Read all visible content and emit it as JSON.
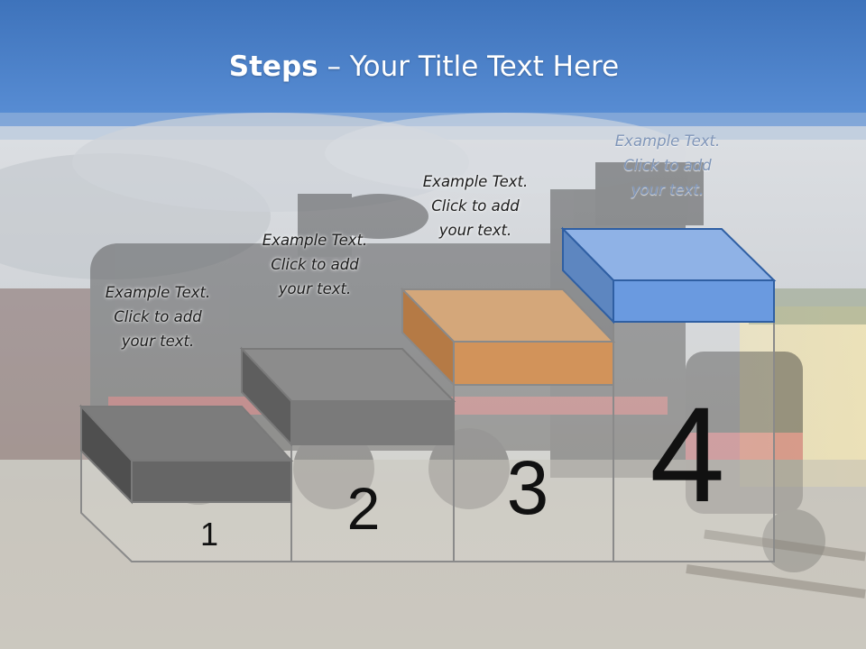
{
  "title": {
    "bold": "Steps",
    "rest": " – Your Title Text Here"
  },
  "steps": [
    {
      "number": "1",
      "caption": [
        "Example Text.",
        "Click  to add",
        "your text."
      ],
      "color": "#5a5a5a"
    },
    {
      "number": "2",
      "caption": [
        "Example Text.",
        "Click  to add",
        "your text."
      ],
      "color": "#6e6e6e"
    },
    {
      "number": "3",
      "caption": [
        "Example Text.",
        "Click  to add",
        "your text."
      ],
      "color": "#c98a52"
    },
    {
      "number": "4",
      "caption": [
        "Example Text.",
        "Click  to add",
        "your text."
      ],
      "color": "#5b8fd6"
    }
  ],
  "colors": {
    "sky_top": "#3f78c0",
    "sky_band": "#5b8ed4",
    "step_outline": "#8a8a8a"
  }
}
